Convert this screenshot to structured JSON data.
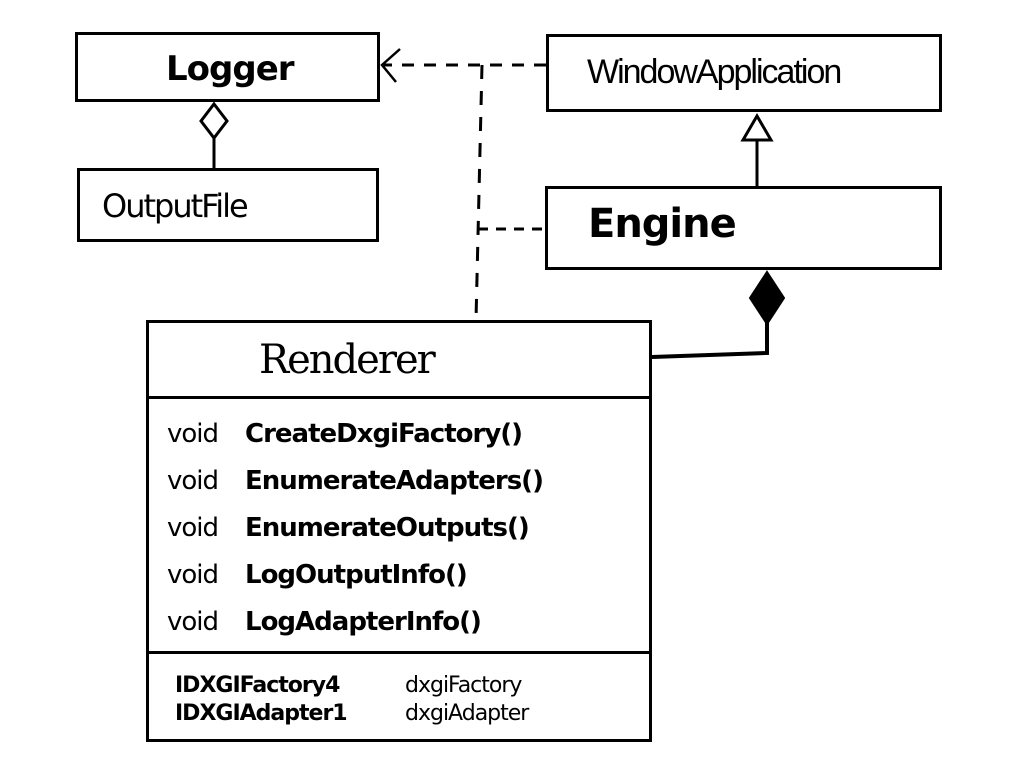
{
  "diagram": {
    "type": "UML class diagram (hand-drawn)",
    "classes": {
      "logger": {
        "name": "Logger"
      },
      "output_file": {
        "name": "OutputFile"
      },
      "window_application": {
        "name": "WindowApplication"
      },
      "engine": {
        "name": "Engine"
      },
      "renderer": {
        "name": "Renderer",
        "methods": [
          {
            "return_type": "void",
            "name": "CreateDxgiFactory()"
          },
          {
            "return_type": "void",
            "name": "EnumerateAdapters()"
          },
          {
            "return_type": "void",
            "name": "EnumerateOutputs()"
          },
          {
            "return_type": "void",
            "name": "LogOutputInfo()"
          },
          {
            "return_type": "void",
            "name": "LogAdapterInfo()"
          }
        ],
        "fields": [
          {
            "type": "IDXGIFactory4",
            "name": "dxgiFactory"
          },
          {
            "type": "IDXGIAdapter1",
            "name": "dxgiAdapter"
          }
        ]
      }
    },
    "relationships": [
      {
        "from": "OutputFile",
        "to": "Logger",
        "kind": "aggregation"
      },
      {
        "from": "Engine",
        "to": "WindowApplication",
        "kind": "inheritance"
      },
      {
        "from": "Renderer",
        "to": "Engine",
        "kind": "composition"
      },
      {
        "from": "WindowApplication",
        "to": "Logger",
        "kind": "dependency"
      },
      {
        "from": "Engine",
        "to": "Logger",
        "kind": "dependency"
      },
      {
        "from": "Renderer",
        "to": "Logger",
        "kind": "dependency"
      }
    ]
  }
}
